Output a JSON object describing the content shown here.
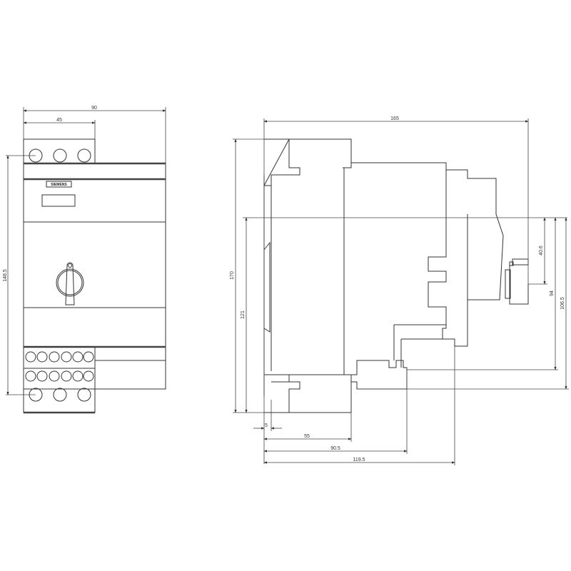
{
  "drawing": {
    "brand_logo": "SIEMENS",
    "front_view": {
      "dims": {
        "width_total": "90",
        "width_half": "45",
        "terminal_pitch": "148.5"
      }
    },
    "side_view": {
      "dims": {
        "depth_total": "165",
        "height_total": "170",
        "height_rail": "121",
        "knob_offset": "40.6",
        "offset_94": "94",
        "offset_106": "106.5",
        "rail_offset": "5",
        "depth_55": "55",
        "depth_90": "90.5",
        "depth_119": "119.5"
      }
    }
  }
}
